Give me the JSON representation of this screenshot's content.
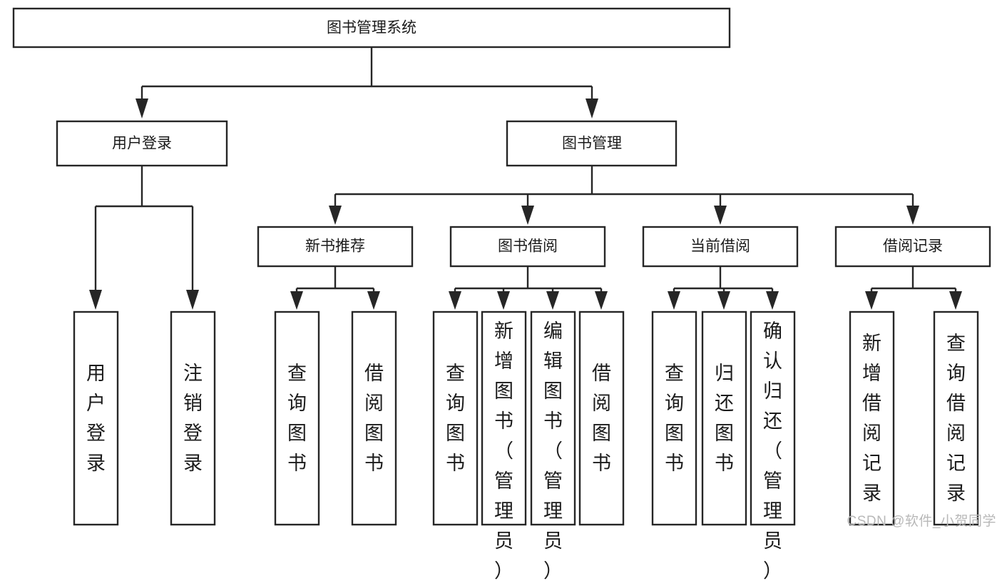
{
  "diagram": {
    "title": "图书管理系统",
    "type": "tree-hierarchy",
    "watermark": "CSDN @软件_小贺同学",
    "root": {
      "id": "root",
      "label": "图书管理系统"
    },
    "level2": [
      {
        "id": "user-login",
        "label": "用户登录"
      },
      {
        "id": "book-management",
        "label": "图书管理"
      }
    ],
    "level3": [
      {
        "id": "new-book-recommend",
        "label": "新书推荐",
        "parent": "book-management"
      },
      {
        "id": "book-borrow",
        "label": "图书借阅",
        "parent": "book-management"
      },
      {
        "id": "current-borrow",
        "label": "当前借阅",
        "parent": "book-management"
      },
      {
        "id": "borrow-record",
        "label": "借阅记录",
        "parent": "book-management"
      }
    ],
    "leaves": [
      {
        "id": "leaf-user-login",
        "label": "用户登录",
        "parent": "user-login"
      },
      {
        "id": "leaf-logout-login",
        "label": "注销登录",
        "parent": "user-login"
      },
      {
        "id": "leaf-query-book-1",
        "label": "查询图书",
        "parent": "new-book-recommend"
      },
      {
        "id": "leaf-borrow-book-1",
        "label": "借阅图书",
        "parent": "new-book-recommend"
      },
      {
        "id": "leaf-query-book-2",
        "label": "查询图书",
        "parent": "book-borrow"
      },
      {
        "id": "leaf-add-book",
        "label": "新增图书（管理员）",
        "parent": "book-borrow"
      },
      {
        "id": "leaf-edit-book",
        "label": "编辑图书（管理员）",
        "parent": "book-borrow"
      },
      {
        "id": "leaf-borrow-book-2",
        "label": "借阅图书",
        "parent": "book-borrow"
      },
      {
        "id": "leaf-query-book-3",
        "label": "查询图书",
        "parent": "current-borrow"
      },
      {
        "id": "leaf-return-book",
        "label": "归还图书",
        "parent": "current-borrow"
      },
      {
        "id": "leaf-confirm-return",
        "label": "确认归还（管理员）",
        "parent": "current-borrow"
      },
      {
        "id": "leaf-add-record",
        "label": "新增借阅记录",
        "parent": "borrow-record"
      },
      {
        "id": "leaf-query-record",
        "label": "查询借阅记录",
        "parent": "borrow-record"
      }
    ],
    "colors": {
      "stroke": "#262626",
      "fill": "#ffffff",
      "text": "#1b1b1b",
      "watermark": "#b8b8b8"
    }
  }
}
